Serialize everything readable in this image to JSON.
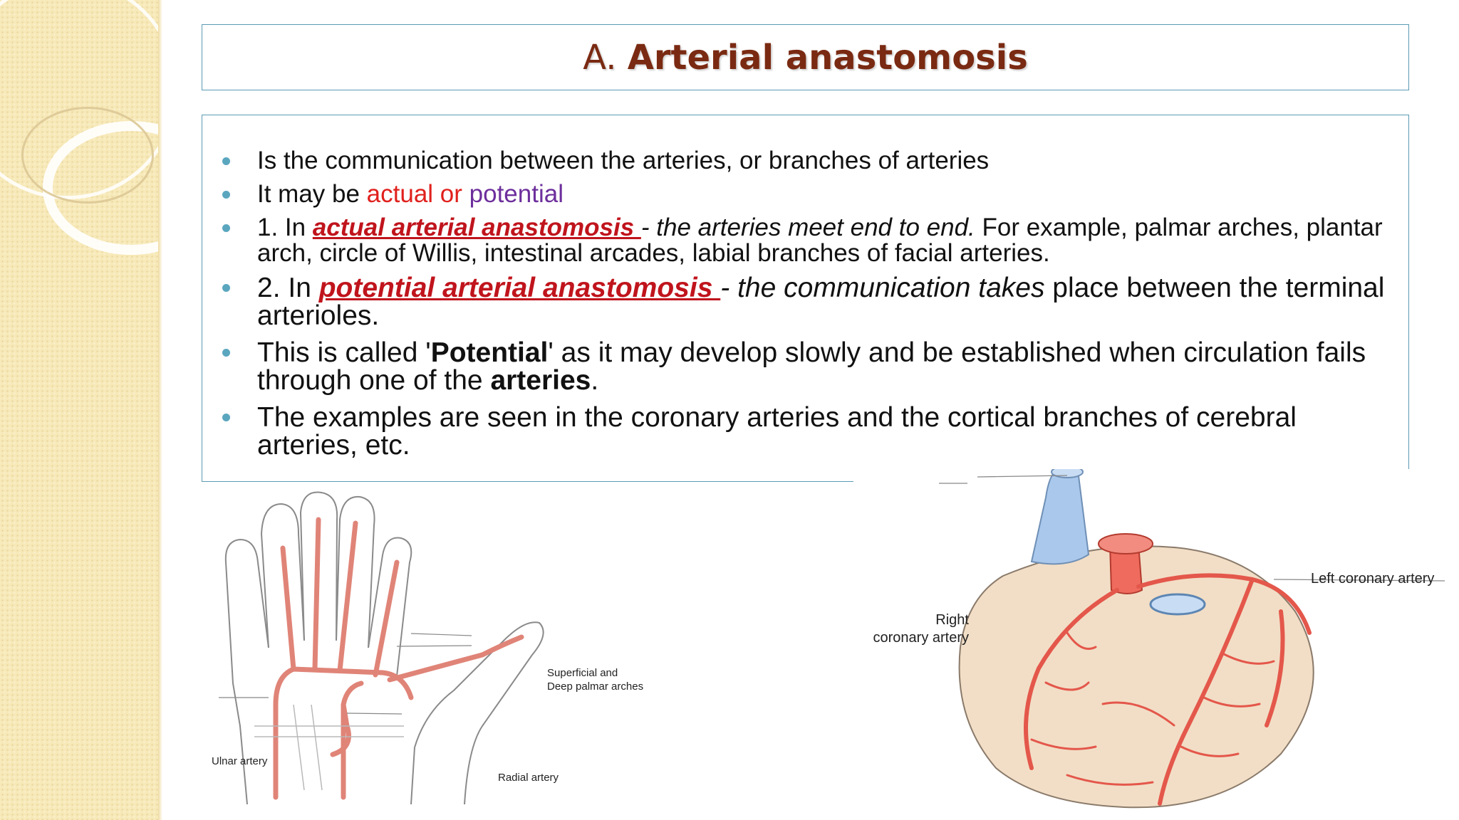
{
  "slide": {
    "title_lead": "A.",
    "title_main": "Arterial anastomosis",
    "bullets": {
      "b1": "Is the communication between the arteries, or branches of arteries",
      "b2_prefix": "It may be ",
      "b2_actual": "actual or ",
      "b2_potential": "potential",
      "b3_prefix": "1. In ",
      "b3_term": "actual arterial anastomosis ",
      "b3_italic": "- the arteries meet end to end.",
      "b3_rest": " For example, palmar arches, plantar arch, circle of Willis, intestinal arcades, labial branches of facial arteries.",
      "b4_prefix": "2. In ",
      "b4_term": "potential arterial anastomosis ",
      "b4_italic": "- the communication takes",
      "b4_rest": " place between the terminal arterioles.",
      "b5_prefix": "This is called '",
      "b5_bold": "Potential",
      "b5_mid": "' as it may develop slowly and be established when circulation fails through one of the ",
      "b5_bold2": "arteries",
      "b5_end": ".",
      "b6": "The examples are seen in the coronary arteries and the cortical branches of cerebral arteries, etc."
    },
    "hand_figure": {
      "label_arches_1": "Superficial and",
      "label_arches_2": "Deep palmar arches",
      "label_ulnar": "Ulnar artery",
      "label_radial": "Radial artery"
    },
    "heart_figure": {
      "label_left": "Left coronary artery",
      "label_right_1": "Right",
      "label_right_2": "coronary artery"
    },
    "colors": {
      "title": "#7a2a12",
      "accent_red": "#e0201c",
      "accent_purple": "#6d2f9c",
      "term_red": "#c0141c",
      "border": "#5b9bb4",
      "bullet": "#5ba6bf",
      "sidebar": "#f7e9b8"
    }
  }
}
